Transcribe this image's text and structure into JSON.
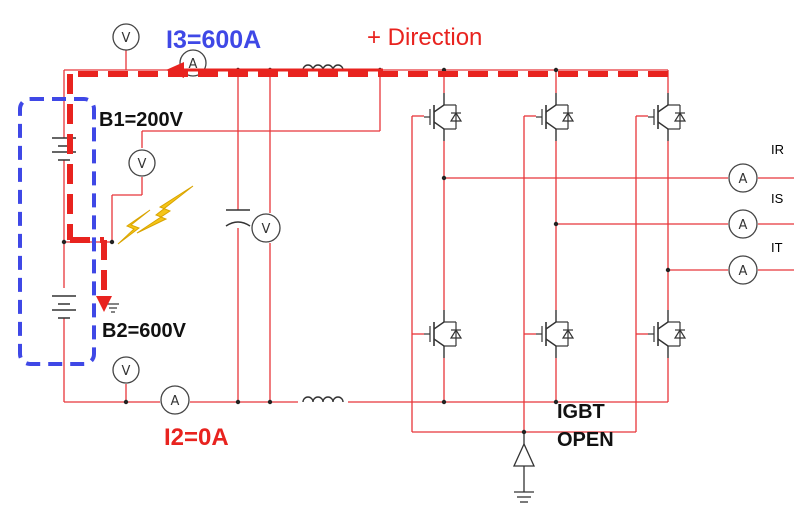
{
  "labels": {
    "i3": "I3=600A",
    "direction": "+ Direction",
    "b1": "B1=200V",
    "b2": "B2=600V",
    "i2": "I2=0A",
    "igbt": "IGBT",
    "open": "OPEN",
    "ir": "IR",
    "is": "IS",
    "it": "IT"
  },
  "meters": {
    "voltmeter": "V",
    "ammeter": "A"
  },
  "colors": {
    "wire": "#e8363a",
    "current_path": "#e8231f",
    "battery_group": "#3f48e6",
    "i3_label": "#3f48e6",
    "i2_label": "#e8231f",
    "fault": "#f5c518"
  }
}
